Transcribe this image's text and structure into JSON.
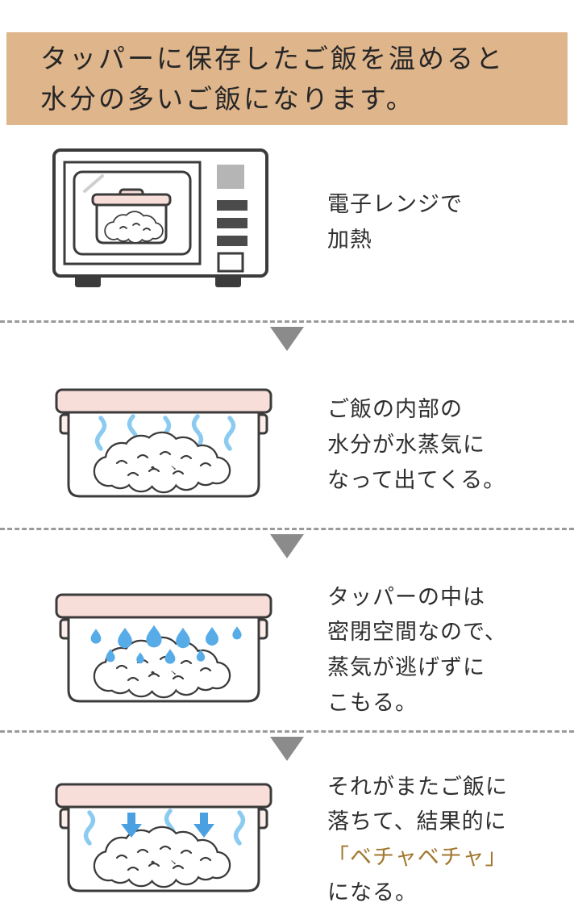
{
  "title_banner": {
    "lines": [
      "タッパーに保存したご飯を温めると",
      "水分の多いご飯になります。"
    ]
  },
  "steps": [
    {
      "name": "heat-in-microwave",
      "caption_lines": [
        "電子レンジで",
        "加熱"
      ]
    },
    {
      "name": "steam-released",
      "caption_lines": [
        "ご飯の内部の",
        "水分が水蒸気に",
        "なって出てくる。"
      ]
    },
    {
      "name": "steam-trapped",
      "caption_lines": [
        "タッパーの中は",
        "密閉空間なので、",
        "蒸気が逃げずに",
        "こもる。"
      ]
    },
    {
      "name": "rice-gets-soggy",
      "caption_lines": [
        "それがまたご飯に",
        "落ちて、結果的に",
        "「ベチャベチャ」",
        "になる。"
      ],
      "highlight_line_index": 2
    }
  ],
  "colors": {
    "header-bg": "#dfb58c",
    "ink": "#3b3b3b",
    "lid": "#f8ded8",
    "clip": "#fdeeea",
    "steam": "#8ccbf0",
    "drop": "#57ace8",
    "arrow": "#4aa0e0",
    "dash": "#9a9a9a",
    "tri": "#8b8b8b",
    "highlight": "#a3772f",
    "btn-gray": "#b5b5b5",
    "btn-dark": "#4b4b4b"
  }
}
